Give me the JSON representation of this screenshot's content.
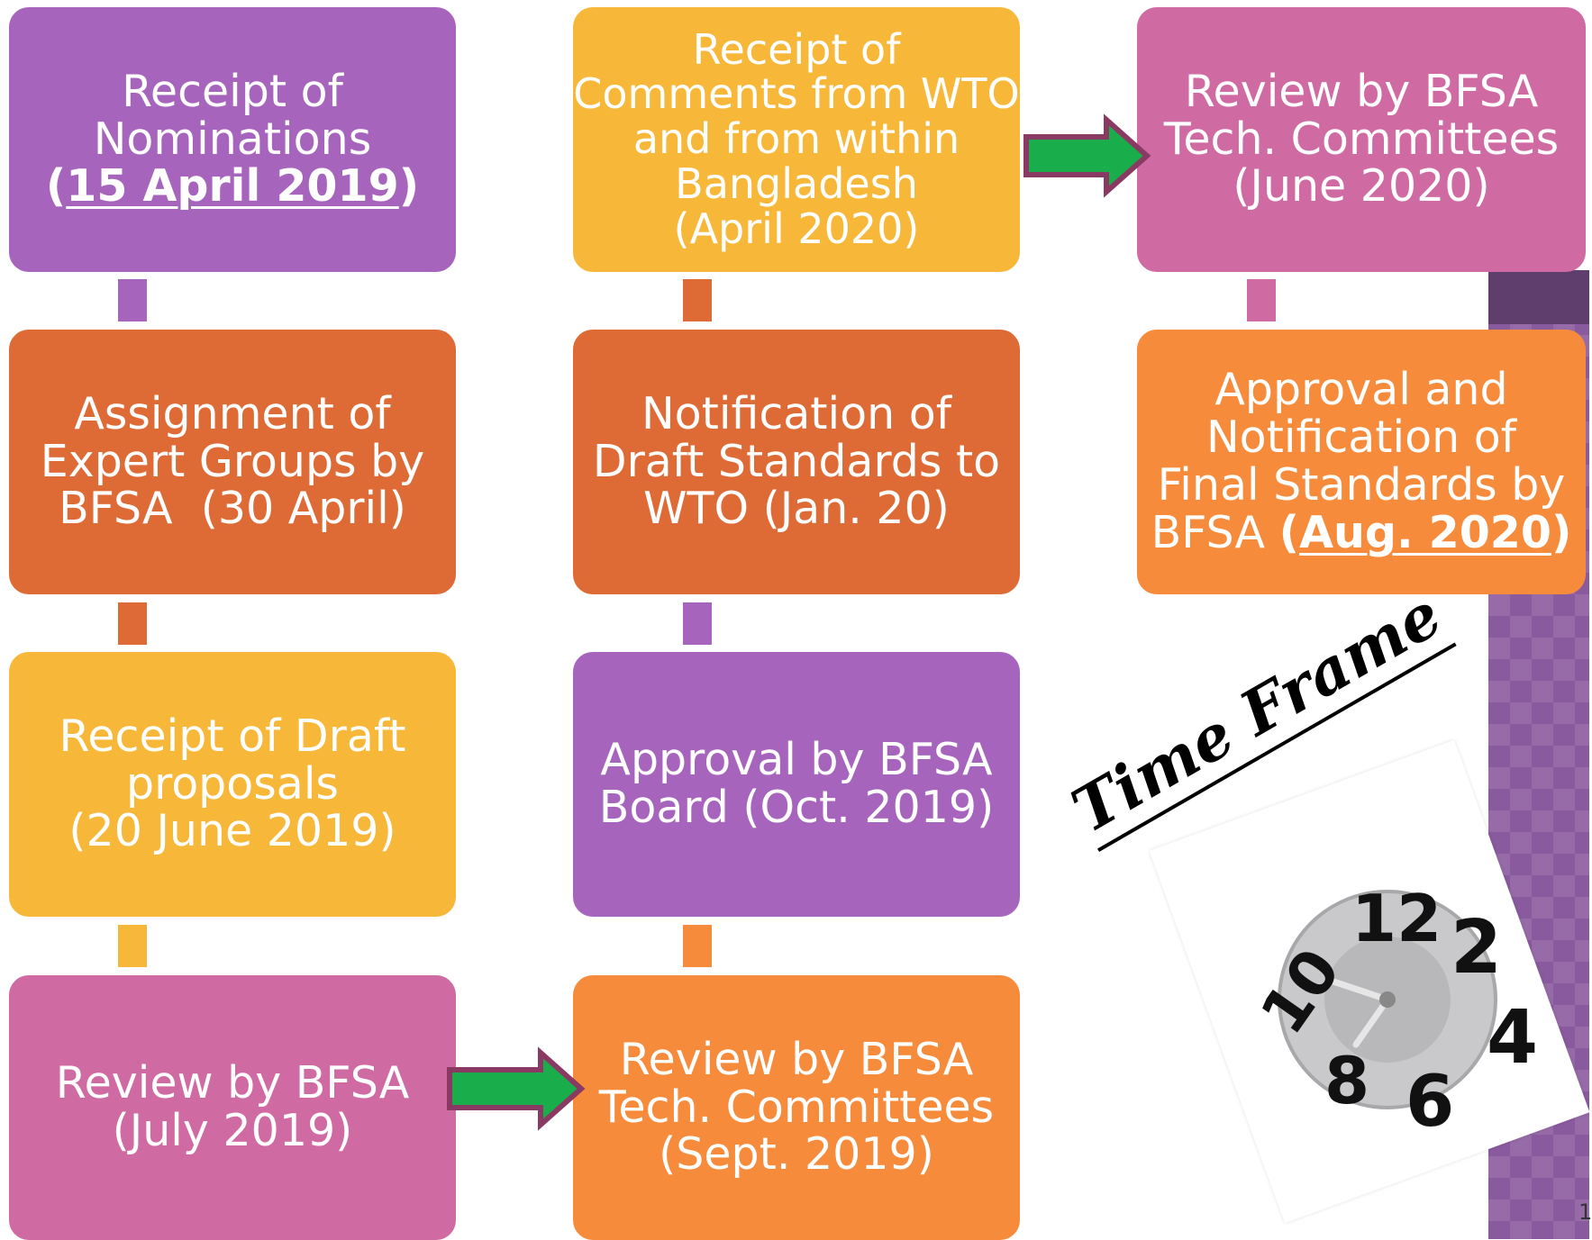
{
  "boxes": {
    "nominations": {
      "l1": "Receipt of",
      "l2": "Nominations",
      "p_open": "(",
      "date": "15 April 2019",
      "p_close": ")"
    },
    "assignment": {
      "l1": "Assignment of",
      "l2": "Expert Groups by",
      "l3": "BFSA  (30 April)"
    },
    "draft": {
      "l1": "Receipt of Draft",
      "l2": "proposals",
      "l3": "(20 June 2019)"
    },
    "review_bfsa": {
      "l1": "Review by BFSA",
      "l2": "(July 2019)"
    },
    "comments": {
      "l1": "Receipt of",
      "l2": "Comments from WTO",
      "l3": "and from within",
      "l4": "Bangladesh",
      "l5": "(April 2020)"
    },
    "notification": {
      "l1": "Notification of",
      "l2": "Draft Standards to",
      "l3": "WTO (Jan. 20)"
    },
    "approval_board": {
      "l1": "Approval by BFSA",
      "l2": "Board (Oct. 2019)"
    },
    "tech_sept": {
      "l1": "Review by BFSA",
      "l2": "Tech. Committees",
      "l3": "(Sept. 2019)"
    },
    "tech_june": {
      "l1": "Review by BFSA",
      "l2": "Tech. Committees",
      "l3": "(June 2020)"
    },
    "final": {
      "l1": "Approval and",
      "l2": "Notification of",
      "l3": "Final Standards by",
      "l4_pre": "BFSA ",
      "p_open": "(",
      "date": "Aug. 2020",
      "p_close": ")"
    }
  },
  "decor": {
    "title": "Time Frame",
    "clock_numbers": [
      "12",
      "2",
      "4",
      "6",
      "8",
      "10"
    ],
    "page_number": "1"
  },
  "colors": {
    "purple": "#a764bd",
    "dark_orange": "#de6a36",
    "yellow": "#f7b83a",
    "pink": "#cf6aa2",
    "light_orange": "#f78b3c",
    "arrow_fill": "#1aad4b",
    "arrow_outline": "#8a3a62"
  }
}
